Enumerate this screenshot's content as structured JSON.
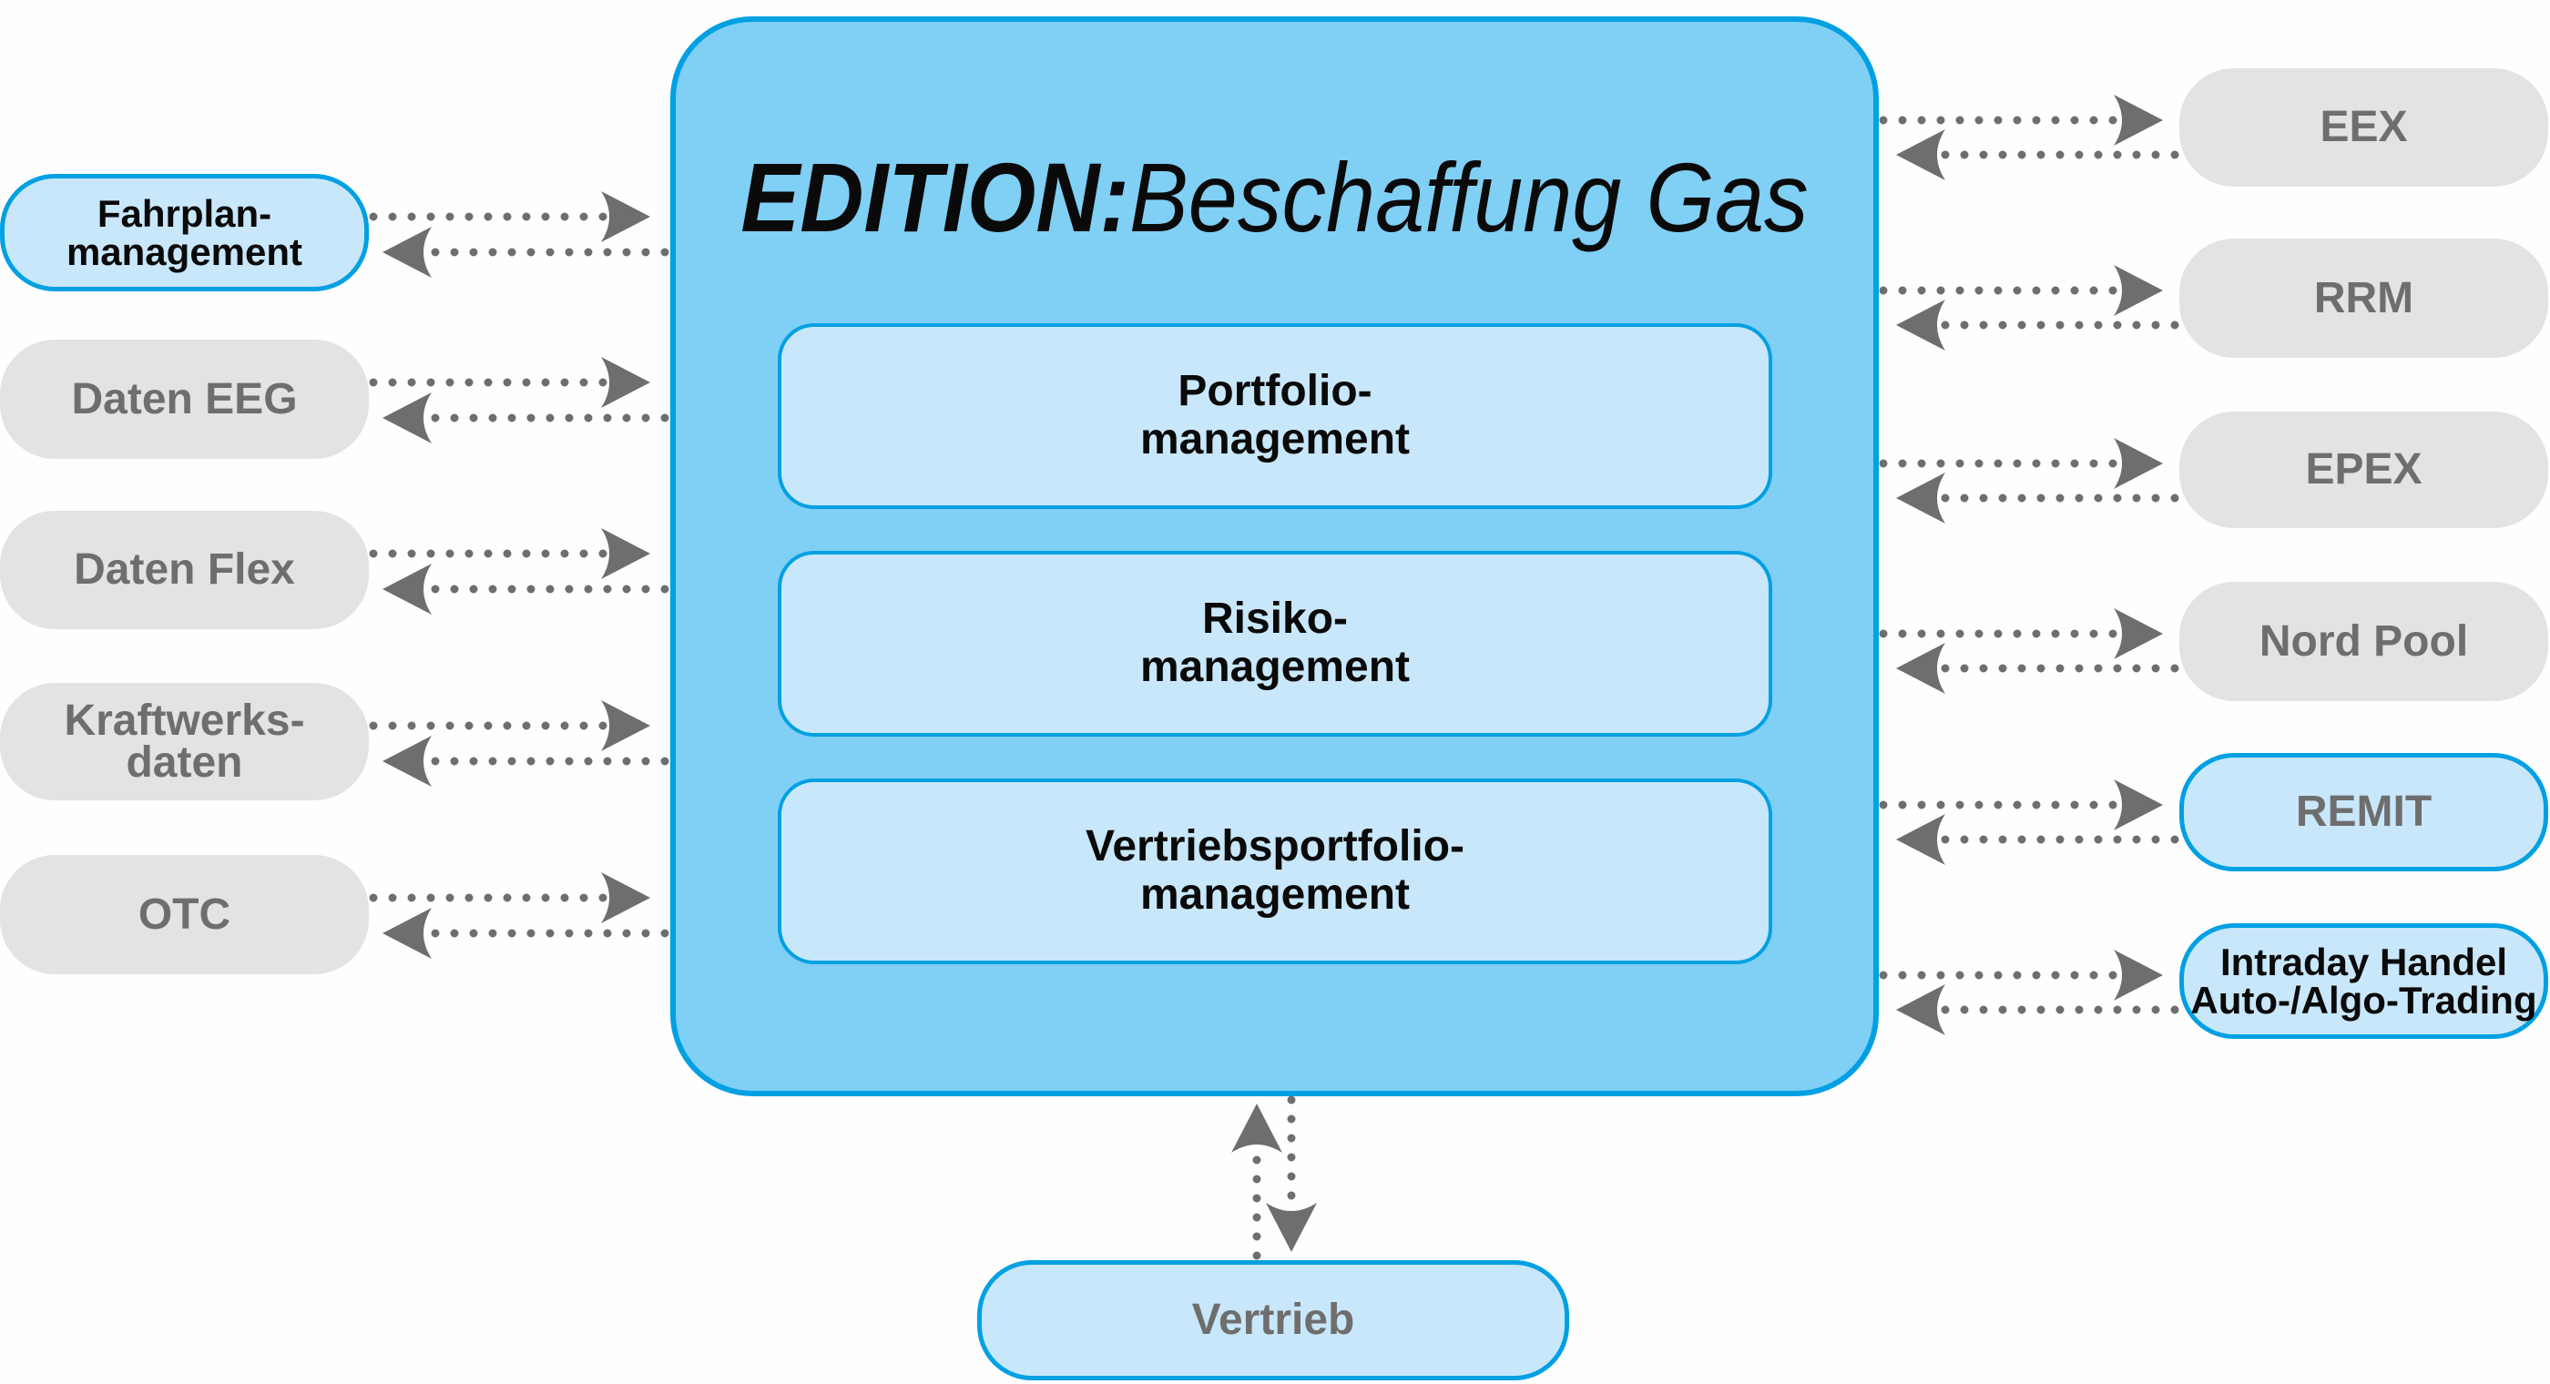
{
  "title": {
    "bold": "EDITION:",
    "italic": "Beschaffung Gas"
  },
  "modules": [
    "Portfolio-\nmanagement",
    "Risiko-\nmanagement",
    "Vertriebsportfolio-\nmanagement"
  ],
  "left_systems": [
    {
      "label": "Fahrplan-\nmanagement",
      "style": "blue"
    },
    {
      "label": "Daten EEG",
      "style": "gray"
    },
    {
      "label": "Daten Flex",
      "style": "gray"
    },
    {
      "label": "Kraftwerks-\ndaten",
      "style": "gray"
    },
    {
      "label": "OTC",
      "style": "gray"
    }
  ],
  "right_systems": [
    {
      "label": "EEX",
      "style": "gray"
    },
    {
      "label": "RRM",
      "style": "gray"
    },
    {
      "label": "EPEX",
      "style": "gray"
    },
    {
      "label": "Nord Pool",
      "style": "gray"
    },
    {
      "label": "REMIT",
      "style": "blue-muted"
    },
    {
      "label": "Intraday Handel\nAuto-/Algo-Trading",
      "style": "blue"
    }
  ],
  "bottom_system": {
    "label": "Vertrieb",
    "style": "blue-muted"
  },
  "colors": {
    "main_fill": "#80cff5",
    "border": "#00a0e3",
    "light_blue": "#c9e7fa",
    "gray_box": "#e3e3e3",
    "arrow": "#6e6e6e"
  }
}
